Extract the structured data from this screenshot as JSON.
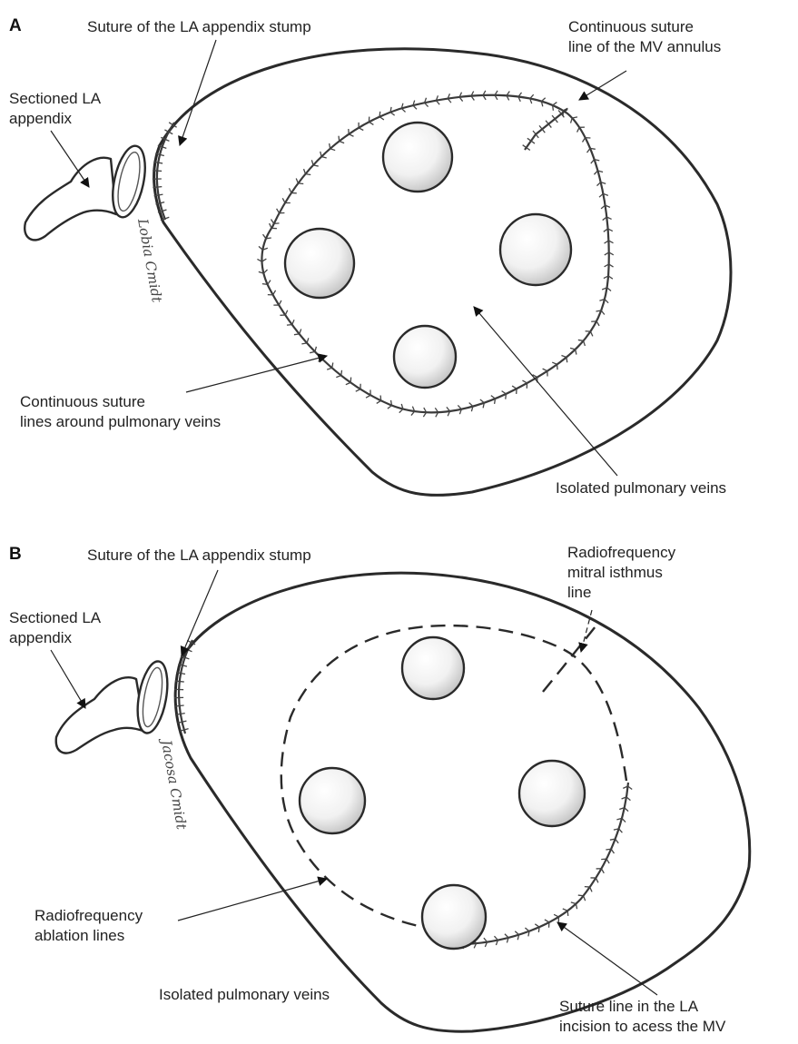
{
  "figure": {
    "panel_a": {
      "letter": "A",
      "labels": {
        "appendix_stump": "Suture of the LA appendix stump",
        "sectioned_appendix_1": "Sectioned LA",
        "sectioned_appendix_2": "appendix",
        "mv_annulus_1": "Continuous suture",
        "mv_annulus_2": "line of the MV annulus",
        "pv_suture_1": "Continuous suture",
        "pv_suture_2": "lines around pulmonary veins",
        "isolated_pv": "Isolated pulmonary veins"
      },
      "signature": "Lobia Cmidt"
    },
    "panel_b": {
      "letter": "B",
      "labels": {
        "appendix_stump": "Suture of the LA appendix stump",
        "sectioned_appendix_1": "Sectioned LA",
        "sectioned_appendix_2": "appendix",
        "mitral_isthmus_1": "Radiofrequency",
        "mitral_isthmus_2": "mitral isthmus",
        "mitral_isthmus_3": "line",
        "ablation_1": "Radiofrequency",
        "ablation_2": "ablation lines",
        "isolated_pv": "Isolated pulmonary veins",
        "incision_1": "Suture line in the LA",
        "incision_2": "incision to acess the MV"
      },
      "signature": "Jacosa Cmidt"
    }
  }
}
